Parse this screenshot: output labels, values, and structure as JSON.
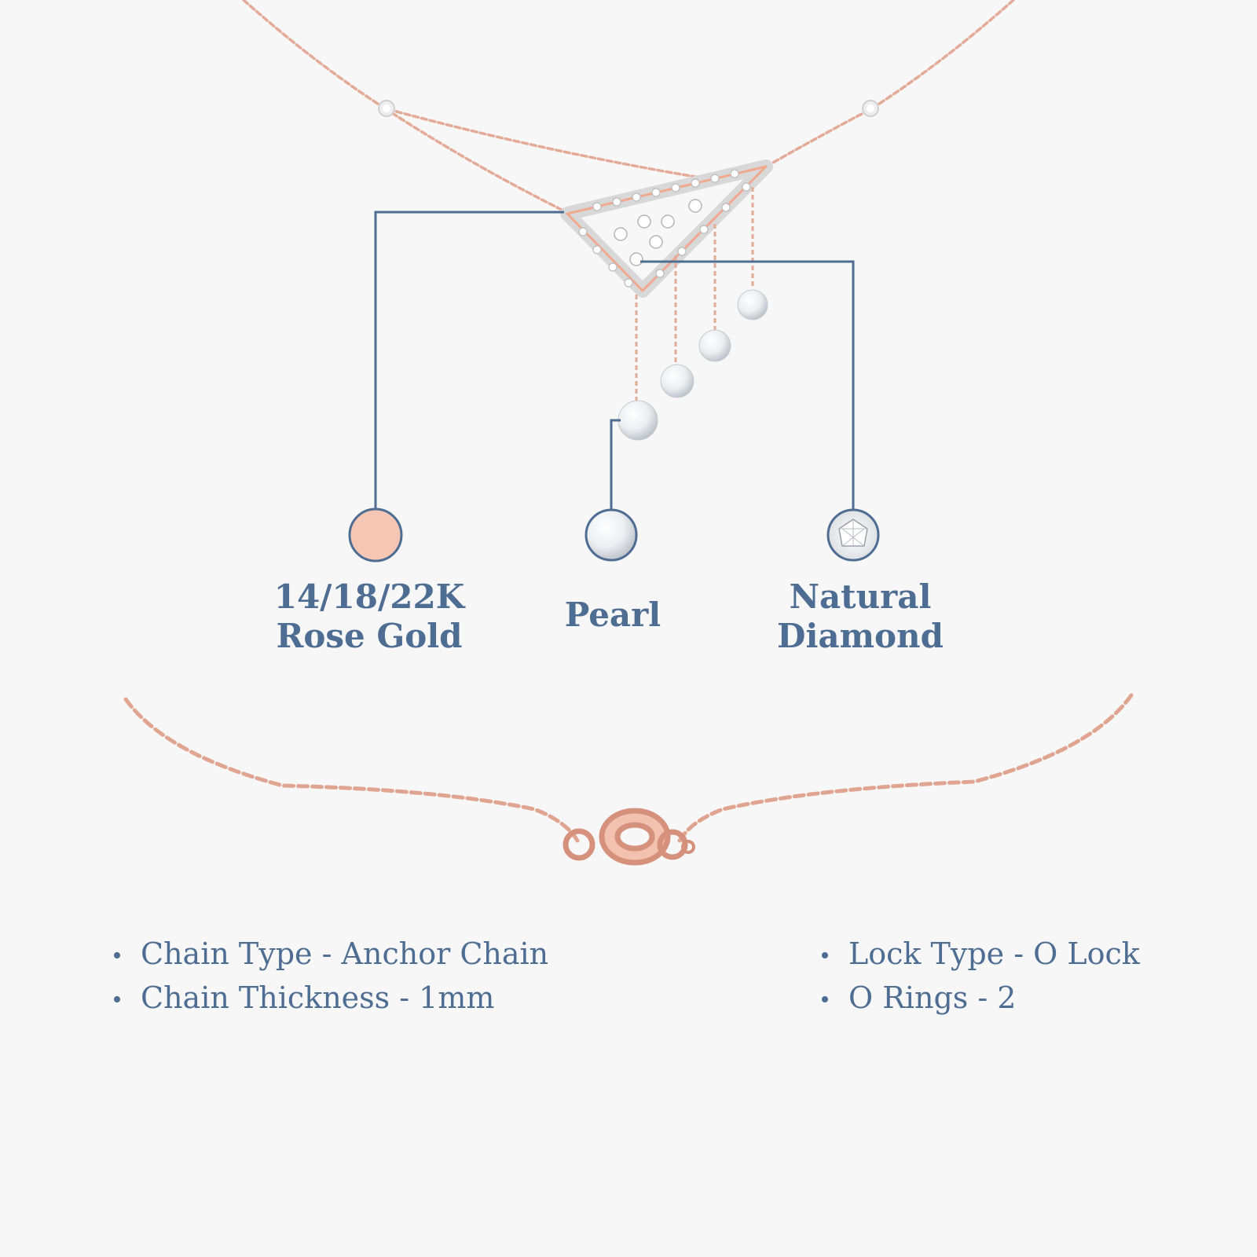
{
  "colors": {
    "accent": "#4e6d92",
    "rose_gold": "#f6c6b4",
    "chain": "#e3ab97",
    "background": "#f7f7f7"
  },
  "materials": {
    "gold": {
      "line1": "14/18/22K",
      "line2": "Rose Gold",
      "icon": "rose-gold-swatch-icon"
    },
    "pearl": {
      "label": "Pearl",
      "icon": "pearl-icon"
    },
    "diamond": {
      "line1": "Natural",
      "line2": "Diamond",
      "icon": "diamond-icon"
    }
  },
  "specs": {
    "left": [
      {
        "text": "Chain Type - Anchor Chain"
      },
      {
        "text": "Chain Thickness - 1mm"
      }
    ],
    "right": [
      {
        "text": "Lock Type - O Lock"
      },
      {
        "text": "O Rings - 2"
      }
    ]
  }
}
